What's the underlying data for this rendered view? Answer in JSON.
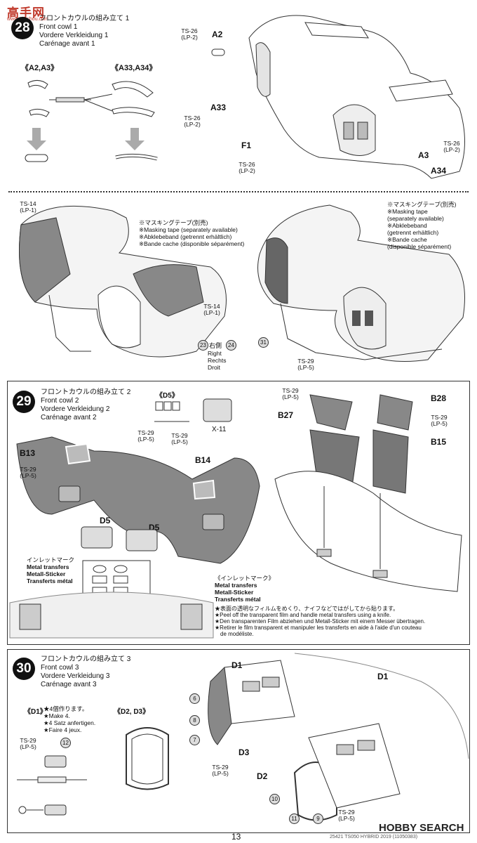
{
  "watermarks": {
    "top_left": "高手网",
    "top_left_sub": "www.gaoshou.com",
    "bottom_right": "HOBBY SEARCH",
    "bottom_left_ref": "25421 TS050 HYBRID 2019 (11050383)"
  },
  "page_number": "13",
  "step28": {
    "number": "28",
    "title_jp": "フロントカウルの組み立て 1",
    "title_en": "Front cowl 1",
    "title_de": "Vordere Verkleidung 1",
    "title_fr": "Carénage avant 1",
    "parts_a2a3": "《A2,A3》",
    "parts_a33a34": "《A33,A34》",
    "labels": {
      "ts26_a": "TS-26",
      "lp2_a": "(LP-2)",
      "a2": "A2",
      "ts26_b": "TS-26",
      "lp2_b": "(LP-2)",
      "a33": "A33",
      "f1": "F1",
      "ts26_c": "TS-26",
      "lp2_c": "(LP-2)",
      "a3": "A3",
      "ts26_d": "TS-26",
      "lp2_d": "(LP-2)",
      "a34": "A34"
    },
    "paint_left": {
      "ts14": "TS-14",
      "lp1": "(LP-1)",
      "ts14_b": "TS-14",
      "lp1_b": "(LP-1)",
      "mask_jp": "※マスキングテープ(別売)",
      "mask_en": "※Masking tape (separately available)",
      "mask_de": "※Abklebeband (getrennt erhältlich)",
      "mask_fr": "※Bande cache (disponible séparément)",
      "right_jp": "右側",
      "right_en": "Right",
      "right_de": "Rechts",
      "right_fr": "Droit",
      "num_23": "23",
      "num_24": "24"
    },
    "paint_right": {
      "mask_jp": "※マスキングテープ(別売)",
      "mask_en": "※Masking tape",
      "mask_en2": "(separately available)",
      "mask_de": "※Abklebeband",
      "mask_de2": "(getrennt erhältlich)",
      "mask_fr": "※Bande cache",
      "mask_fr2": "(disponible séparément)",
      "ts29": "TS-29",
      "lp5": "(LP-5)",
      "num_31": "31"
    }
  },
  "step29": {
    "number": "29",
    "title_jp": "フロントカウルの組み立て 2",
    "title_en": "Front cowl 2",
    "title_de": "Vordere Verkleidung 2",
    "title_fr": "Carénage avant 2",
    "d5_parts": "《D5》",
    "x11": "X-11",
    "labels": {
      "ts29_a": "TS-29",
      "lp5_a": "(LP-5)",
      "ts29_b": "TS-29",
      "lp5_b": "(LP-5)",
      "b13": "B13",
      "ts29_c": "TS-29",
      "lp5_c": "(LP-5)",
      "b14": "B14",
      "d5_a": "D5",
      "d5_b": "D5",
      "ts29_d": "TS-29",
      "lp5_d": "(LP-5)",
      "b27": "B27",
      "b28": "B28",
      "ts29_e": "TS-29",
      "lp5_e": "(LP-5)",
      "b15": "B15"
    },
    "inlet_left": {
      "jp": "インレットマーク",
      "en": "Metal transfers",
      "de": "Metall-Sticker",
      "fr": "Transferts métal"
    },
    "inlet_right": {
      "jp": "《インレットマーク》",
      "en": "Metal transfers",
      "de": "Metall-Sticker",
      "fr": "Transferts métal",
      "note_jp": "★表面の透明なフィルムをめくり、ナイフなどではがしてから貼ります。",
      "note_en": "★Peel off the transparent film and handle metal transfers using a knife.",
      "note_de": "★Den transparenten Film abziehen und Metall-Sticker mit einem Messer übertragen.",
      "note_fr": "★Retirer le film transparent et manipuler les transferts en aide à l'aide d'un couteau",
      "note_fr2": "de modéliste."
    }
  },
  "step30": {
    "number": "30",
    "title_jp": "フロントカウルの組み立て 3",
    "title_en": "Front cowl 3",
    "title_de": "Vordere Verkleidung 3",
    "title_fr": "Carénage avant 3",
    "d1_parts": "《D1》",
    "make_jp": "★4個作ります。",
    "make_en": "★Make 4.",
    "make_de": "★4 Satz anfertigen.",
    "make_fr": "★Faire 4 jeux.",
    "d2d3_parts": "《D2, D3》",
    "labels": {
      "ts29_a": "TS-29",
      "lp5_a": "(LP-5)",
      "d1_a": "D1",
      "d1_b": "D1",
      "d3": "D3",
      "ts29_b": "TS-29",
      "lp5_b": "(LP-5)",
      "d2": "D2",
      "ts29_c": "TS-29",
      "lp5_c": "(LP-5)",
      "num_12": "12",
      "num_6": "6",
      "num_8": "8",
      "num_7": "7",
      "num_10": "10",
      "num_11": "11",
      "num_9": "9"
    }
  }
}
